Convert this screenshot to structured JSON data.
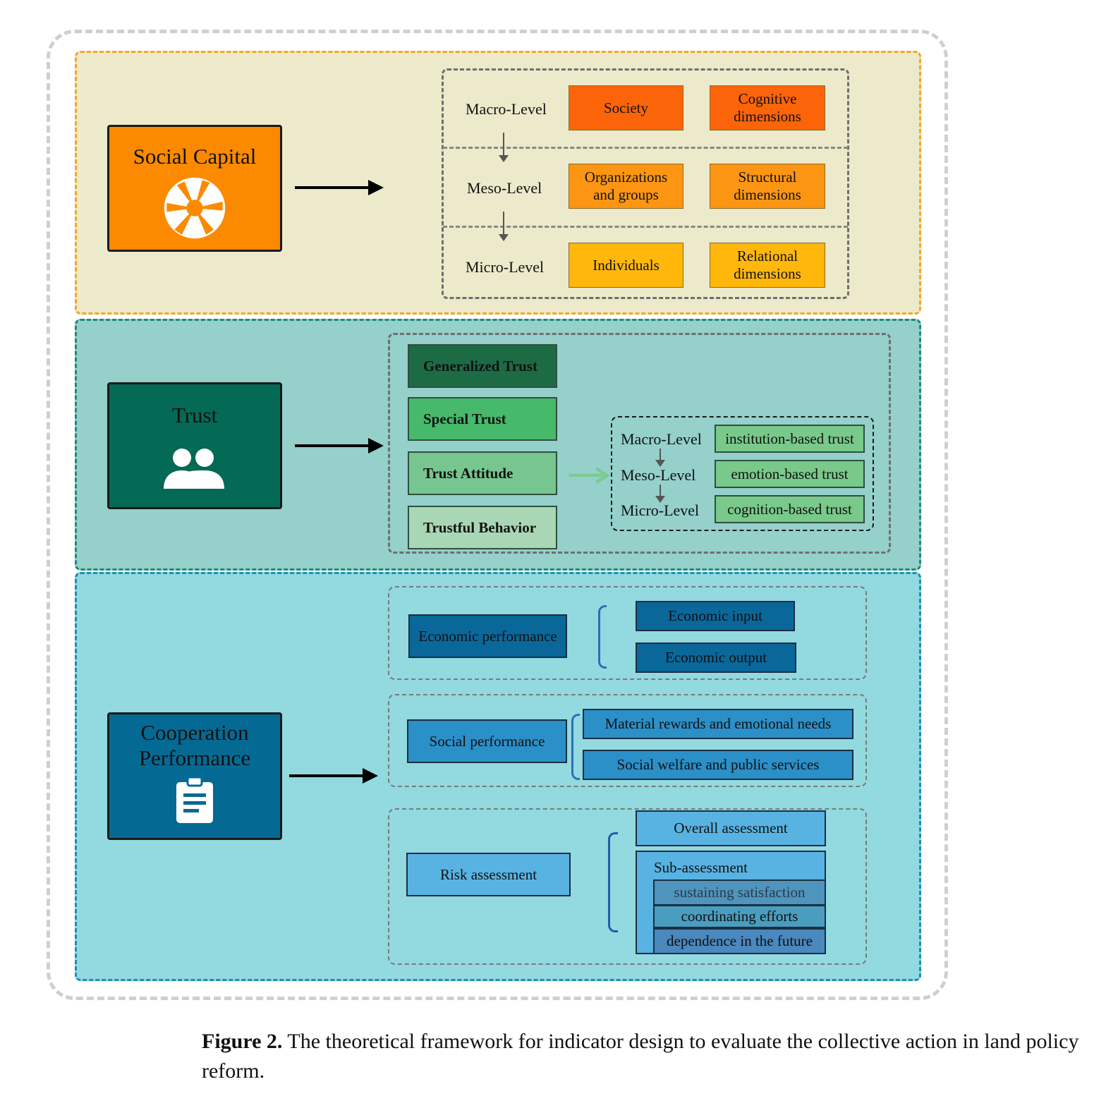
{
  "social_capital": {
    "title": "Social Capital",
    "icon": "aperture-icon",
    "rows": [
      {
        "level": "Macro-Level",
        "a": "Society",
        "b": "Cognitive\ndimensions",
        "color": "#fb6409"
      },
      {
        "level": "Meso-Level",
        "a": "Organizations\nand groups",
        "b": "Structural\ndimensions",
        "color": "#fc9612"
      },
      {
        "level": "Micro-Level",
        "a": "Individuals",
        "b": "Relational\ndimensions",
        "color": "#ffb70c"
      }
    ]
  },
  "trust": {
    "title": "Trust",
    "icon": "people-icon",
    "types": [
      {
        "label": "Generalized Trust",
        "color": "#1c6b45"
      },
      {
        "label": "Special Trust",
        "color": "#46b96b"
      },
      {
        "label": "Trust Attitude",
        "color": "#77c68f"
      },
      {
        "label": "Trustful Behavior",
        "color": "#a9d7b5"
      }
    ],
    "levels": [
      {
        "level": "Macro-Level",
        "trust": "institution-based trust"
      },
      {
        "level": "Meso-Level",
        "trust": "emotion-based trust"
      },
      {
        "level": "Micro-Level",
        "trust": "cognition-based trust"
      }
    ]
  },
  "cooperation": {
    "title_line1": "Cooperation",
    "title_line2": "Performance",
    "icon": "clipboard-icon",
    "economic": {
      "label": "Economic performance",
      "items": [
        "Economic input",
        "Economic output"
      ]
    },
    "social": {
      "label": "Social performance",
      "items": [
        "Material rewards and emotional needs",
        "Social welfare and public services"
      ]
    },
    "risk": {
      "label": "Risk assessment",
      "overall": "Overall assessment",
      "sub": "Sub-assessment",
      "sub_items": [
        "sustaining satisfaction",
        "coordinating efforts",
        "dependence in the future"
      ]
    }
  },
  "caption": {
    "label": "Figure 2.",
    "text": "The theoretical framework for indicator design to evaluate the collective action in land policy reform."
  }
}
